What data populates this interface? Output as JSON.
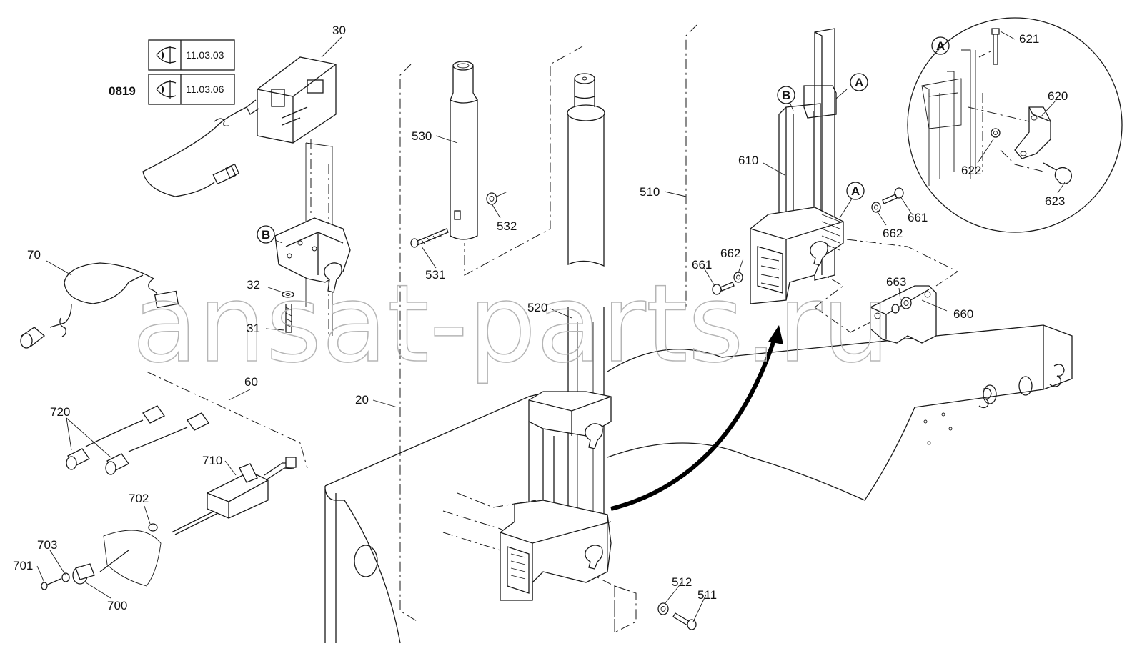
{
  "watermark": "ansat-parts.ru",
  "reference_box": {
    "group_label": "0819",
    "refs": [
      "11.03.03",
      "11.03.06"
    ],
    "icon": "eye-icon"
  },
  "part_labels": {
    "p30": "30",
    "p70": "70",
    "p32": "32",
    "p31": "31",
    "p60": "60",
    "p720": "720",
    "p710": "710",
    "p702": "702",
    "p703": "703",
    "p701": "701",
    "p700": "700",
    "p530": "530",
    "p532": "532",
    "p531": "531",
    "p520": "520",
    "p20": "20",
    "p512": "512",
    "p511": "511",
    "p510": "510",
    "p610": "610",
    "p661a": "661",
    "p662a": "662",
    "p661b": "661",
    "p662b": "662",
    "p663": "663",
    "p660": "660",
    "p621": "621",
    "p620": "620",
    "p622": "622",
    "p623": "623"
  },
  "callouts": {
    "B1": "B",
    "B2": "B",
    "A1": "A",
    "A2": "A",
    "A3": "A"
  }
}
